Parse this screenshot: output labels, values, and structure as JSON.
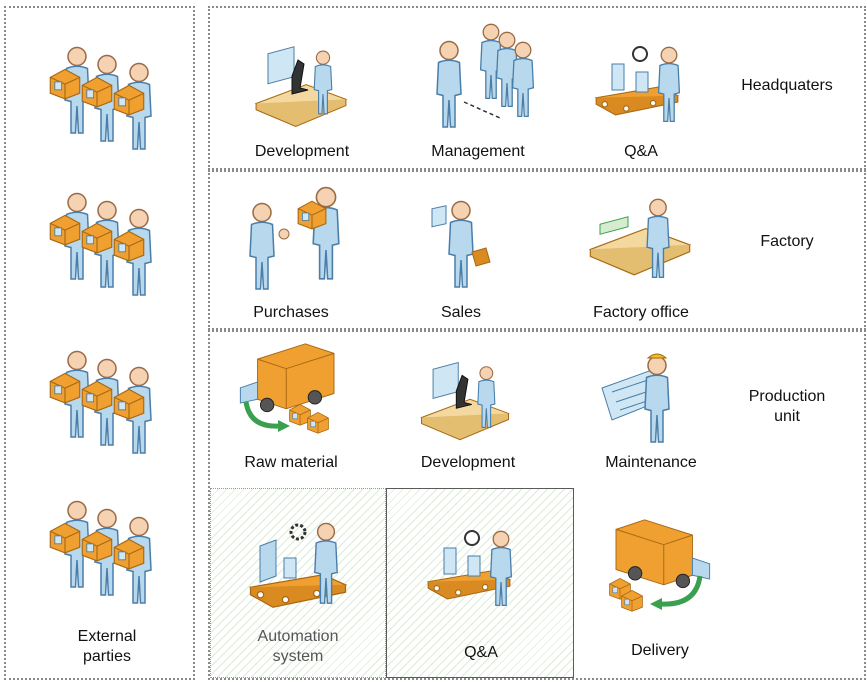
{
  "external": {
    "label": "External\nparties"
  },
  "sections": {
    "headquarters": "Headquaters",
    "factory": "Factory",
    "production": "Production\nunit"
  },
  "nodes": {
    "hq_development": "Development",
    "hq_management": "Management",
    "hq_qa": "Q&A",
    "fac_purchases": "Purchases",
    "fac_sales": "Sales",
    "fac_office": "Factory office",
    "pu_raw": "Raw material",
    "pu_development": "Development",
    "pu_maintenance": "Maintenance",
    "pu_automation": "Automation\nsystem",
    "pu_qa": "Q&A",
    "pu_delivery": "Delivery"
  },
  "colors": {
    "figure": "#b8d8ee",
    "figure_stroke": "#4a7ea8",
    "box": "#f0a030",
    "box_stroke": "#a86812",
    "hatch": "#dcebd6",
    "arrow": "#3aa050"
  },
  "icons": {
    "external": "people-with-boxes-icon",
    "development": "scientist-microscope-icon",
    "management": "people-group-icon",
    "qa": "inspector-conveyor-icon",
    "purchases": "people-exchange-icon",
    "sales": "salesperson-icon",
    "office": "office-desk-icon",
    "raw": "truck-unload-icon",
    "maintenance": "engineer-blueprint-icon",
    "automation": "robot-conveyor-icon",
    "delivery": "truck-delivery-icon"
  }
}
